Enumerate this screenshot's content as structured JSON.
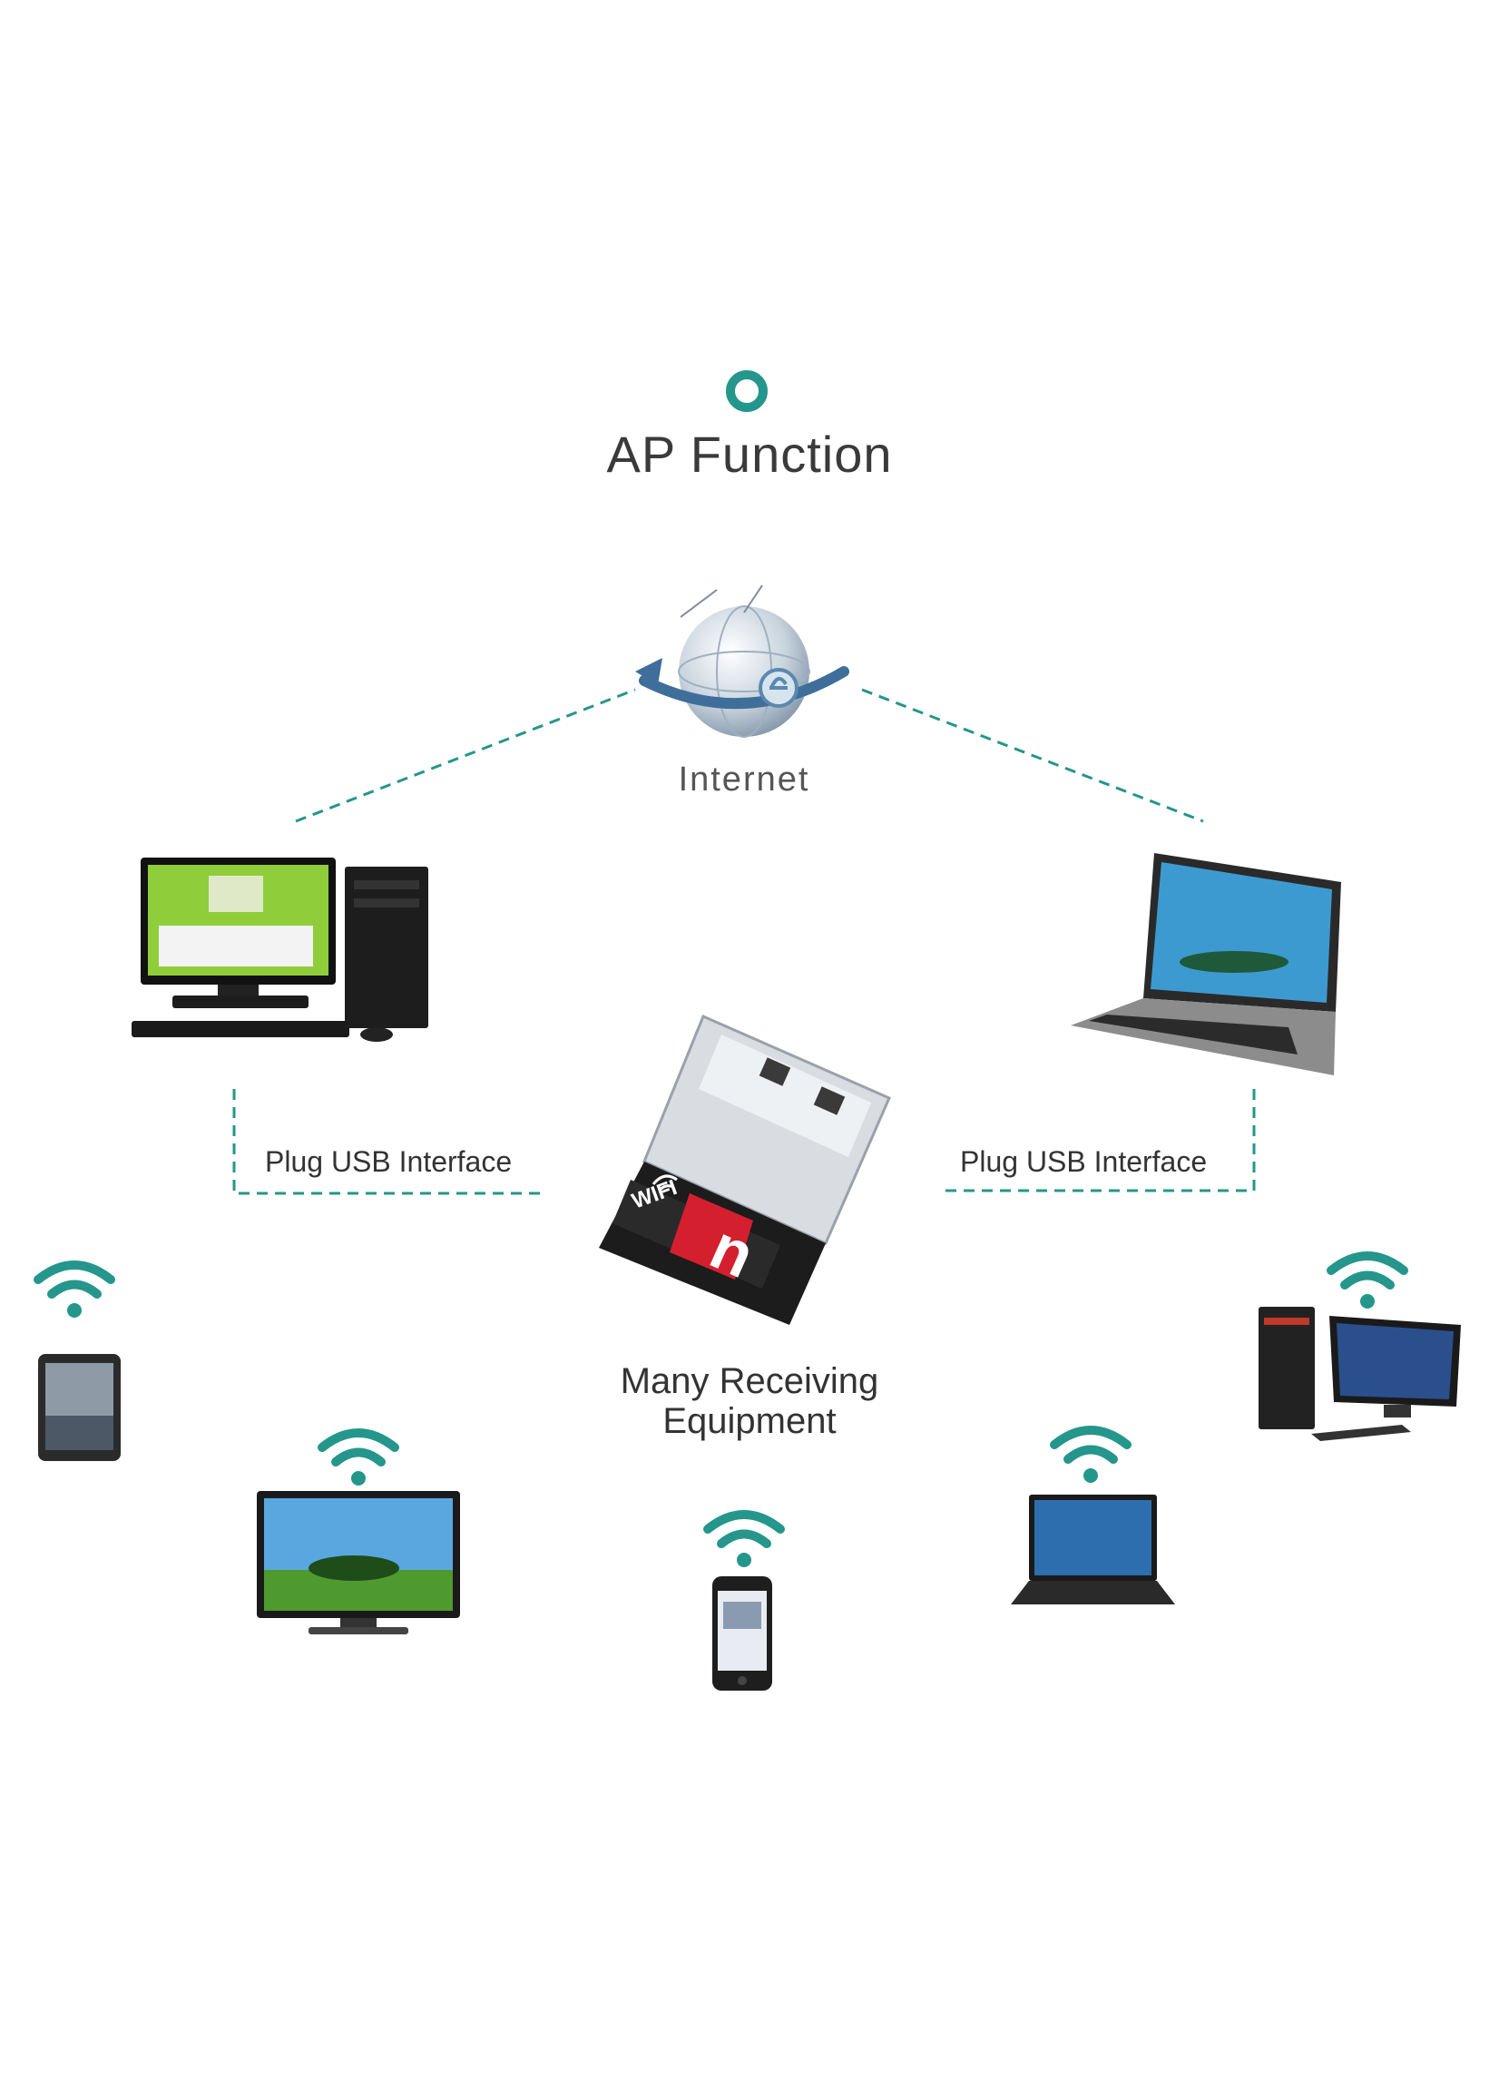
{
  "title": "AP Function",
  "internet_label": "Internet",
  "usb_label_left": "Plug USB Interface",
  "usb_label_right": "Plug USB Interface",
  "receiving_line1": "Many Receiving",
  "receiving_line2": "Equipment",
  "adapter_badge": "WIFI",
  "adapter_letter": "n",
  "colors": {
    "accent": "#25968c",
    "text": "#3a3a3a",
    "adapter_red": "#d41f2f"
  }
}
